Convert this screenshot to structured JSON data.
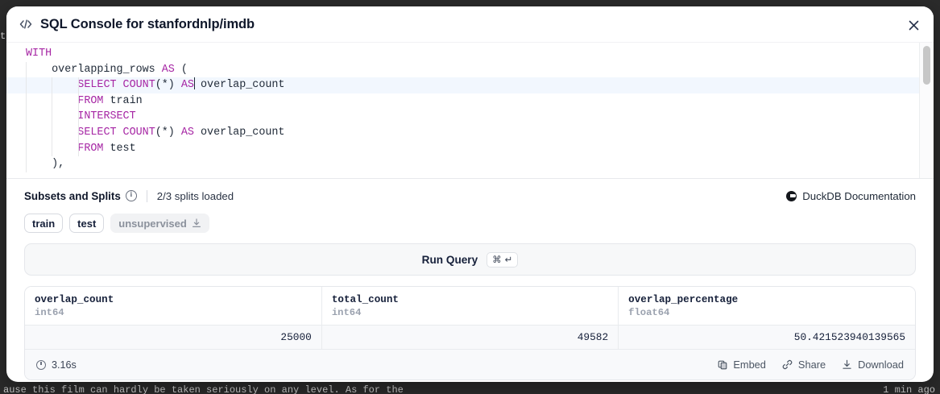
{
  "background": {
    "left_fragment": "t",
    "bottom_text": "ause this film can hardly be taken seriously on any level. As for the",
    "bottom_right_text": "1 min ago"
  },
  "modal": {
    "icon": "code-brackets-icon",
    "title": "SQL Console for stanfordnlp/imdb",
    "close_label": "✕"
  },
  "editor": {
    "lines": [
      {
        "indents": 0,
        "active": false,
        "tokens": [
          {
            "t": "WITH",
            "kw": true
          }
        ]
      },
      {
        "indents": 1,
        "active": false,
        "tokens": [
          {
            "t": "    overlapping_rows ",
            "kw": false
          },
          {
            "t": "AS",
            "kw": true
          },
          {
            "t": " (",
            "kw": false
          }
        ]
      },
      {
        "indents": 3,
        "active": true,
        "tokens": [
          {
            "t": "        ",
            "kw": false
          },
          {
            "t": "SELECT COUNT",
            "kw": true
          },
          {
            "t": "(*) ",
            "kw": false
          },
          {
            "t": "AS",
            "kw": true
          },
          {
            "t": "|",
            "kw": false
          },
          {
            "t": " overlap_count",
            "kw": false
          }
        ]
      },
      {
        "indents": 3,
        "active": false,
        "tokens": [
          {
            "t": "        ",
            "kw": false
          },
          {
            "t": "FROM",
            "kw": true
          },
          {
            "t": " train",
            "kw": false
          }
        ]
      },
      {
        "indents": 3,
        "active": false,
        "tokens": [
          {
            "t": "        ",
            "kw": false
          },
          {
            "t": "INTERSECT",
            "kw": true
          }
        ]
      },
      {
        "indents": 3,
        "active": false,
        "tokens": [
          {
            "t": "        ",
            "kw": false
          },
          {
            "t": "SELECT COUNT",
            "kw": true
          },
          {
            "t": "(*) ",
            "kw": false
          },
          {
            "t": "AS",
            "kw": true
          },
          {
            "t": " overlap_count",
            "kw": false
          }
        ]
      },
      {
        "indents": 3,
        "active": false,
        "tokens": [
          {
            "t": "        ",
            "kw": false
          },
          {
            "t": "FROM",
            "kw": true
          },
          {
            "t": " test",
            "kw": false
          }
        ]
      },
      {
        "indents": 1,
        "active": false,
        "tokens": [
          {
            "t": "    ),",
            "kw": false
          }
        ]
      }
    ],
    "scrollbar": "vertical-scrollbar"
  },
  "splits": {
    "title": "Subsets and Splits",
    "info_icon": "info-icon",
    "loaded_text": "2/3 splits loaded",
    "duckdb_link": "DuckDB Documentation",
    "chips": [
      {
        "label": "train",
        "state": "selected",
        "download": false
      },
      {
        "label": "test",
        "state": "selected",
        "download": false
      },
      {
        "label": "unsupervised",
        "state": "muted",
        "download": true
      }
    ]
  },
  "run_query": {
    "label": "Run Query",
    "shortcut_modifier": "⌘",
    "shortcut_key": "↵"
  },
  "results": {
    "columns": [
      {
        "name": "overlap_count",
        "type": "int64"
      },
      {
        "name": "total_count",
        "type": "int64"
      },
      {
        "name": "overlap_percentage",
        "type": "float64"
      }
    ],
    "rows": [
      [
        "25000",
        "49582",
        "50.421523940139565"
      ]
    ],
    "elapsed": "3.16s",
    "actions": [
      {
        "label": "Embed",
        "icon": "copy-icon"
      },
      {
        "label": "Share",
        "icon": "link-icon"
      },
      {
        "label": "Download",
        "icon": "download-icon"
      }
    ]
  },
  "colors": {
    "keyword": "#a626a4",
    "active_line": "#f2f7fe",
    "panel_bg": "#f8f9fb",
    "border": "#e5e7eb"
  }
}
